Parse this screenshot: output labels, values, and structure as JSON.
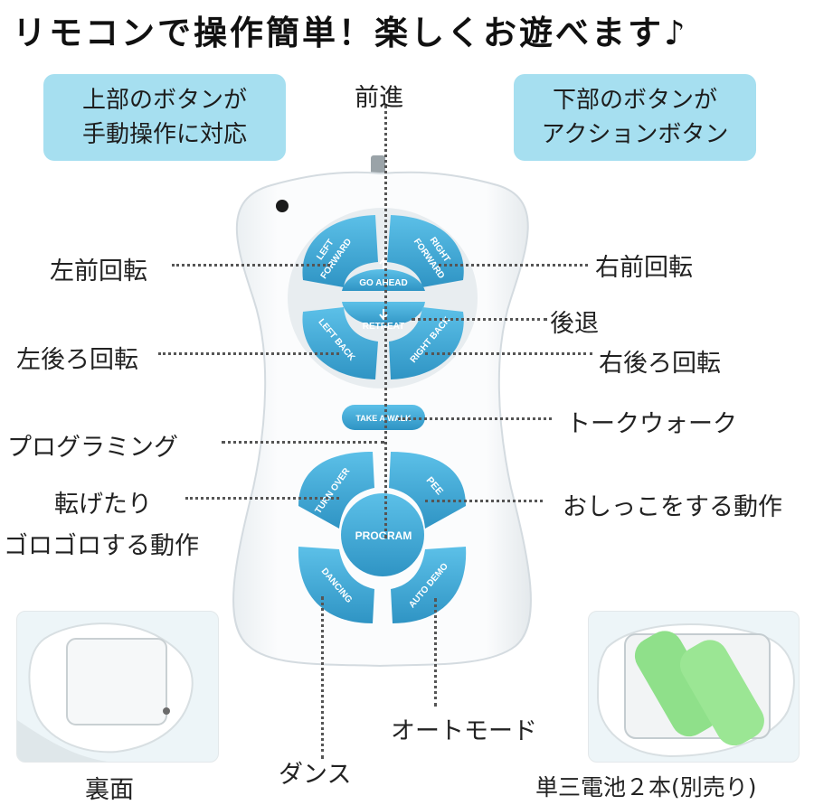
{
  "title": "リモコンで操作簡単！楽しくお遊べます♪",
  "info_top": [
    "上部のボタンが",
    "手動操作に対応"
  ],
  "info_bottom": [
    "下部のボタンが",
    "アクションボタン"
  ],
  "labels": {
    "forward": "前進",
    "left_forward": "左前回転",
    "right_forward": "右前回転",
    "retreat": "後退",
    "left_back": "左後ろ回転",
    "right_back": "右後ろ回転",
    "talk_walk": "トークウォーク",
    "programming": "プログラミング",
    "turn_over_1": "転げたり",
    "turn_over_2": "ゴロゴロする動作",
    "pee": "おしっこをする動作",
    "auto_mode": "オートモード",
    "dance": "ダンス",
    "back_side": "裏面",
    "battery": "単三電池２本(別売り)"
  },
  "buttons": {
    "left_forward": [
      "LEFT",
      "FORWARD"
    ],
    "right_forward": [
      "RIGHT",
      "FORWARD"
    ],
    "go_ahead": "GO AHEAD",
    "retreat": "RETREAT",
    "left_back": "LEFT BACK",
    "right_back": "RIGHT BACK",
    "take_walk": "TAKE A WALK",
    "turn_over": "TURN OVER",
    "pee": "PEE",
    "program": "PROGRAM",
    "dancing": "DANCING",
    "auto_demo": "AUTO DEMO"
  },
  "colors": {
    "button": "#3ba7d6",
    "info_box": "#a6dff0"
  }
}
